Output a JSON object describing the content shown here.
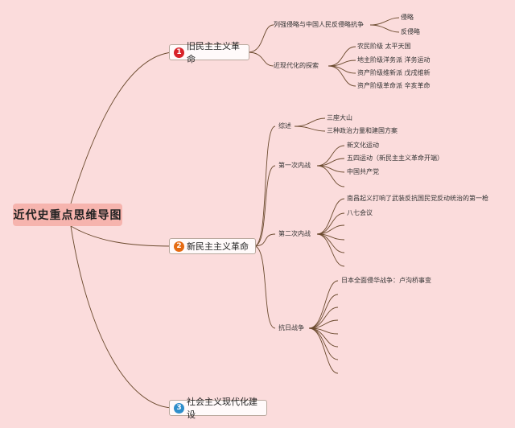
{
  "root": "近代史重点思维导图",
  "branches": [
    {
      "num": "1",
      "color": "#d8232a",
      "label": "旧民主主义革命"
    },
    {
      "num": "2",
      "color": "#e56a12",
      "label": "新民主主义革命"
    },
    {
      "num": "3",
      "color": "#2e8ecb",
      "label": "社会主义现代化建设"
    }
  ],
  "b1": {
    "topic1": "列强侵略与中国人民反侵略抗争",
    "topic1_items": [
      "侵略",
      "反侵略"
    ],
    "topic2": "近现代化的探索",
    "topic2_items": [
      "农民阶级 太平天国",
      "地主阶级洋务派 洋务运动",
      "资产阶级维新派 戊戌维新",
      "资产阶级革命派 辛亥革命"
    ]
  },
  "b2": {
    "topic1": "综述",
    "topic1_items": [
      "三座大山",
      "三种政治力量和建国方案"
    ],
    "topic2": "第一次内战",
    "topic2_items": [
      "新文化运动",
      "五四运动（新民主主义革命开端）",
      "中国共产党"
    ],
    "topic3": "第二次内战",
    "topic3_items": [
      "南昌起义打响了武装反抗国民党反动统治的第一枪",
      "八七会议"
    ],
    "topic4": "抗日战争",
    "topic4_items": [
      "日本全面侵华战争：卢沟桥事变"
    ]
  }
}
